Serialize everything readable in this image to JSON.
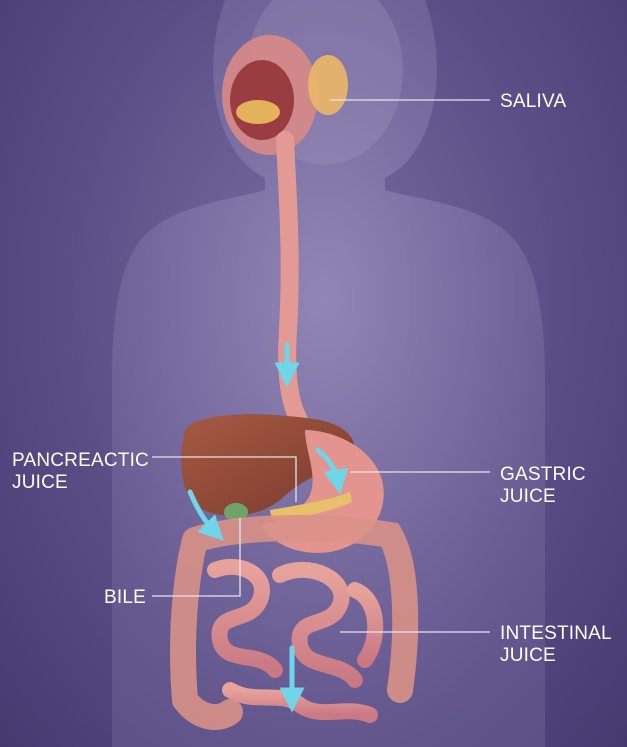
{
  "labels": {
    "saliva": {
      "lines": [
        "SALIVA"
      ]
    },
    "pancreatic": {
      "lines": [
        "PANCREACTIC",
        "JUICE"
      ]
    },
    "gastric": {
      "lines": [
        "GASTRIC",
        "JUICE"
      ]
    },
    "bile": {
      "lines": [
        "BILE"
      ]
    },
    "intestinal": {
      "lines": [
        "INTESTINAL",
        "JUICE"
      ]
    }
  },
  "colors": {
    "background": "#5a4e86",
    "arrow": "#6fd6ea",
    "label_text": "#ffffff",
    "leader_line": "#e8e4f0"
  }
}
